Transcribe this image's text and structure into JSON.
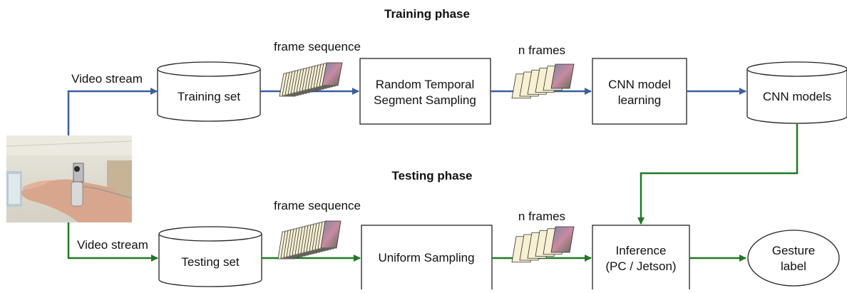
{
  "training": {
    "title": "Training phase",
    "input_label": "Video stream",
    "dataset": "Training set",
    "seq_label": "frame sequence",
    "sampling": [
      "Random Temporal",
      "Segment Sampling"
    ],
    "frames_label": "n frames",
    "model": [
      "CNN model",
      "learning"
    ],
    "models_store": "CNN models"
  },
  "testing": {
    "title": "Testing phase",
    "input_label": "Video stream",
    "dataset": "Testing set",
    "seq_label": "frame sequence",
    "sampling": "Uniform Sampling",
    "frames_label": "n frames",
    "inference": [
      "Inference",
      "(PC / Jetson)"
    ],
    "output": [
      "Gesture",
      "label"
    ]
  },
  "colors": {
    "training_arrow": "#3a5fa0",
    "testing_arrow": "#1e7a22",
    "frame_fill": "#f7f0d2",
    "box_stroke": "#222222"
  },
  "icons": {
    "camera_photo": "hand-with-wrist-camera-photo",
    "frame_stack": "video-frame-stack-icon"
  }
}
